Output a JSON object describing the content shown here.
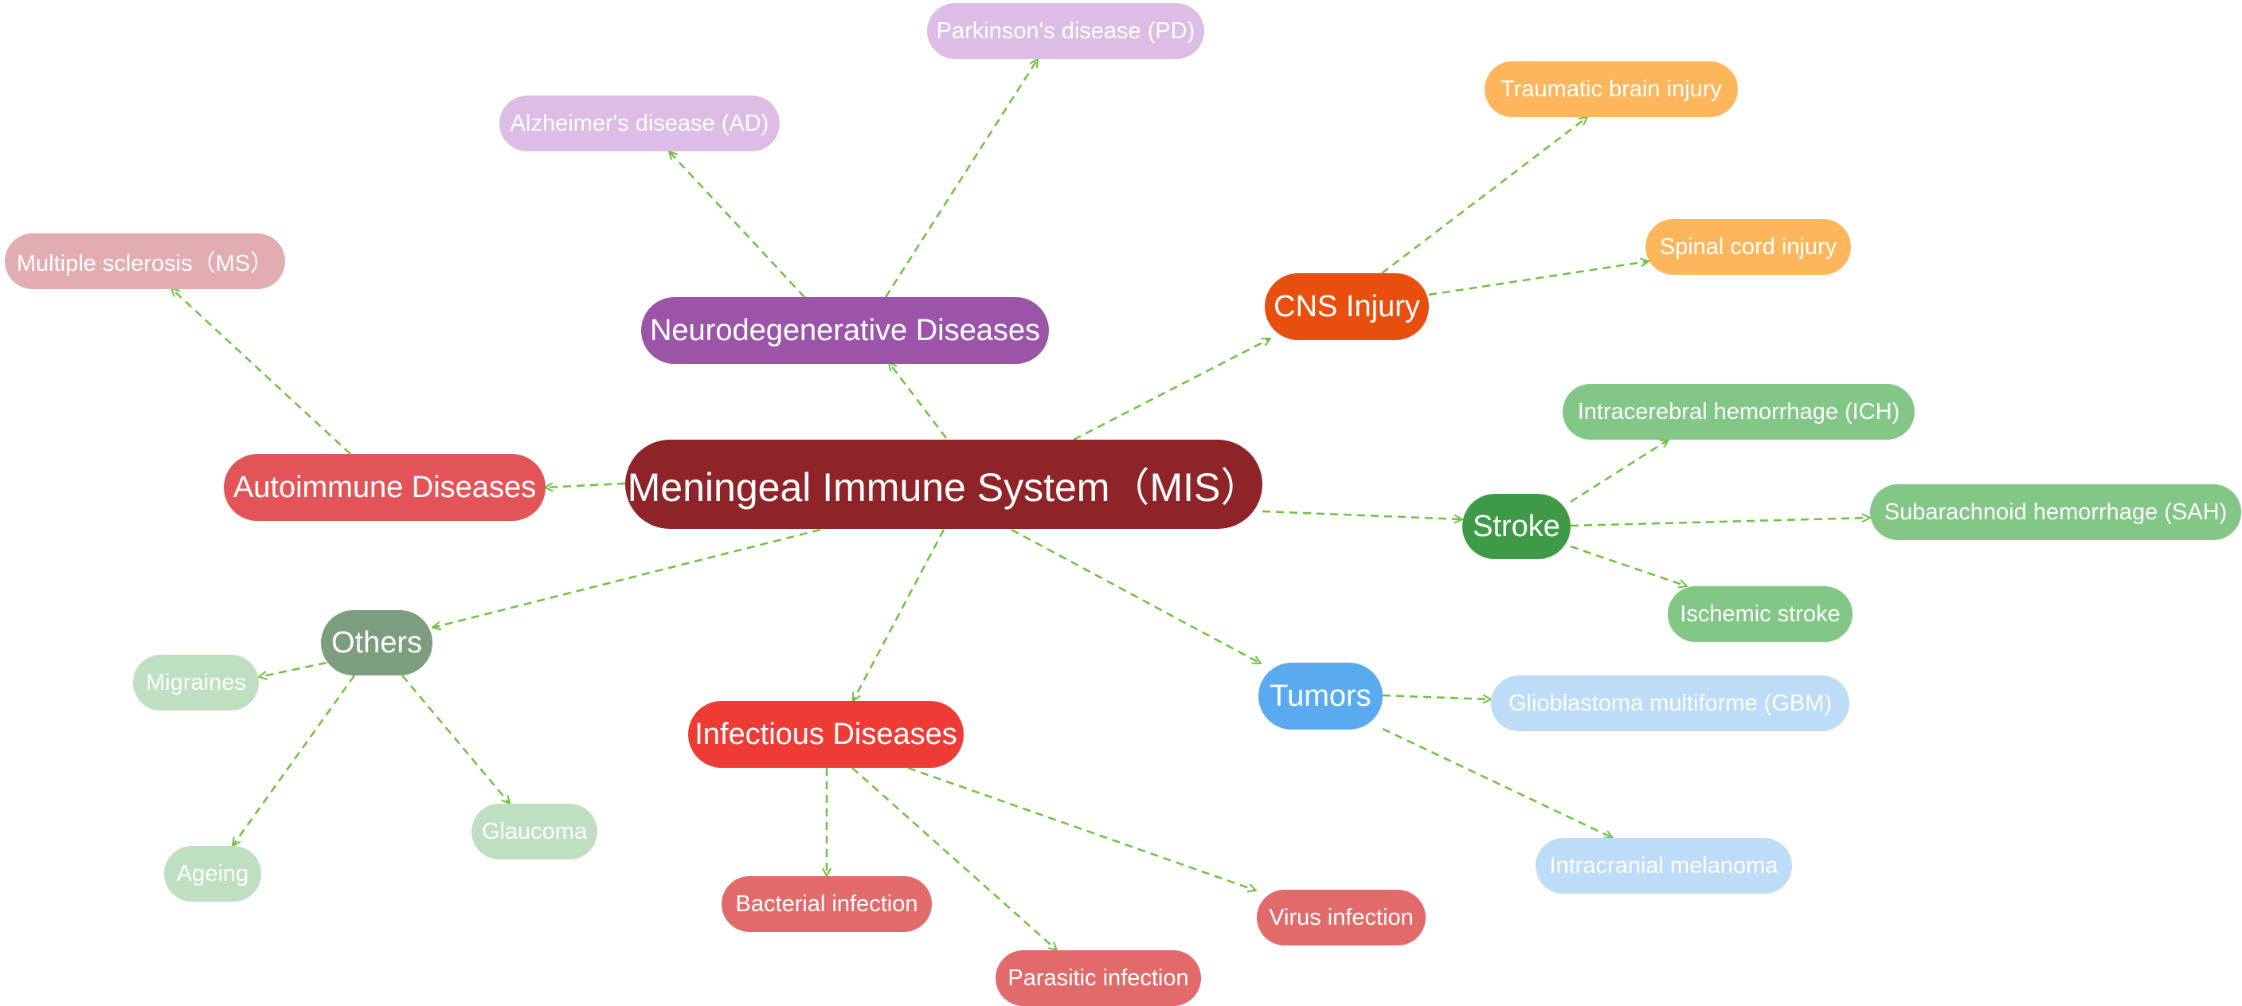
{
  "root": {
    "label": "Meningeal Immune System（MIS）",
    "color": "#8e2328"
  },
  "categories": {
    "neuro": {
      "label": "Neurodegenerative Diseases",
      "color": "#9b54a8"
    },
    "cns": {
      "label": "CNS Injury",
      "color": "#e84f0f"
    },
    "stroke": {
      "label": "Stroke",
      "color": "#3f9a47"
    },
    "tumors": {
      "label": "Tumors",
      "color": "#5aaaf0"
    },
    "infect": {
      "label": "Infectious Diseases",
      "color": "#ef3b36"
    },
    "others": {
      "label": "Others",
      "color": "#7d9e7e"
    },
    "autoimm": {
      "label": "Autoimmune Diseases",
      "color": "#e35459"
    }
  },
  "leaves": {
    "ad": {
      "label": "Alzheimer's disease (AD)",
      "color": "#ddbde6"
    },
    "pd": {
      "label": "Parkinson's disease (PD)",
      "color": "#ddbde6"
    },
    "tbi": {
      "label": "Traumatic brain injury",
      "color": "#fdb65b"
    },
    "sci": {
      "label": "Spinal cord injury",
      "color": "#fdb65b"
    },
    "ich": {
      "label": "Intracerebral hemorrhage (ICH)",
      "color": "#82c785"
    },
    "sah": {
      "label": "Subarachnoid hemorrhage (SAH)",
      "color": "#82c785"
    },
    "ischemic": {
      "label": "Ischemic stroke",
      "color": "#82c785"
    },
    "gbm": {
      "label": "Glioblastoma multiforme (GBM)",
      "color": "#bcdcf8"
    },
    "melanoma": {
      "label": "Intracranial melanoma",
      "color": "#bcdcf8"
    },
    "bacterial": {
      "label": "Bacterial infection",
      "color": "#e26a6a"
    },
    "parasitic": {
      "label": "Parasitic infection",
      "color": "#e26a6a"
    },
    "virus": {
      "label": "Virus infection",
      "color": "#e26a6a"
    },
    "migraines": {
      "label": "Migraines",
      "color": "#bfe0c0"
    },
    "ageing": {
      "label": "Ageing",
      "color": "#bfe0c0"
    },
    "glaucoma": {
      "label": "Glaucoma",
      "color": "#bfe0c0"
    },
    "ms": {
      "label": "Multiple sclerosis（MS）",
      "color": "#e2acb0"
    }
  },
  "edge_color": "#6cc33c"
}
